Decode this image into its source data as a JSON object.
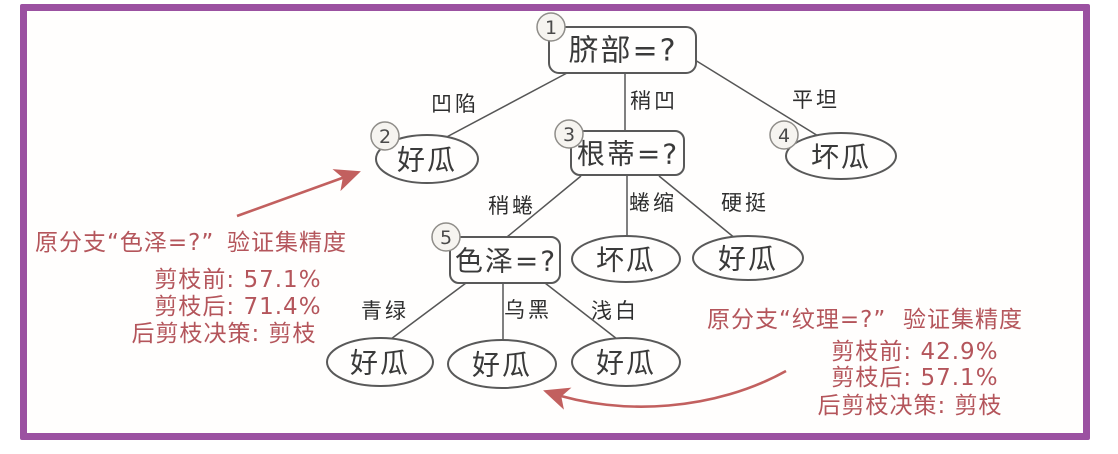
{
  "colors": {
    "frame": "#9b51a1",
    "ink": "#565656",
    "annotation-red": "#b4555b",
    "arrow-red": "#c2605f"
  },
  "tree": {
    "nodes": [
      {
        "num": "1",
        "label": "脐部=?"
      },
      {
        "num": "2",
        "label": "好瓜"
      },
      {
        "num": "3",
        "label": "根蒂=?"
      },
      {
        "num": "4",
        "label": "坏瓜"
      },
      {
        "num": "5",
        "label": "色泽=?"
      },
      {
        "label": "坏瓜"
      },
      {
        "label": "好瓜"
      },
      {
        "label": "好瓜"
      },
      {
        "label": "好瓜"
      },
      {
        "label": "好瓜"
      }
    ],
    "branch_labels": [
      "凹陷",
      "稍凹",
      "平坦",
      "稍蜷",
      "蜷缩",
      "硬挺",
      "青绿",
      "乌黑",
      "浅白"
    ]
  },
  "annotations": {
    "left": {
      "branch": "原分支“色泽=?”",
      "header": "验证集精度",
      "before": "剪枝前: 57.1%",
      "after": "剪枝后: 71.4%",
      "decision": "后剪枝决策: 剪枝"
    },
    "right": {
      "branch": "原分支“纹理=?”",
      "header": "验证集精度",
      "before": "剪枝前: 42.9%",
      "after": "剪枝后: 57.1%",
      "decision": "后剪枝决策: 剪枝"
    }
  }
}
